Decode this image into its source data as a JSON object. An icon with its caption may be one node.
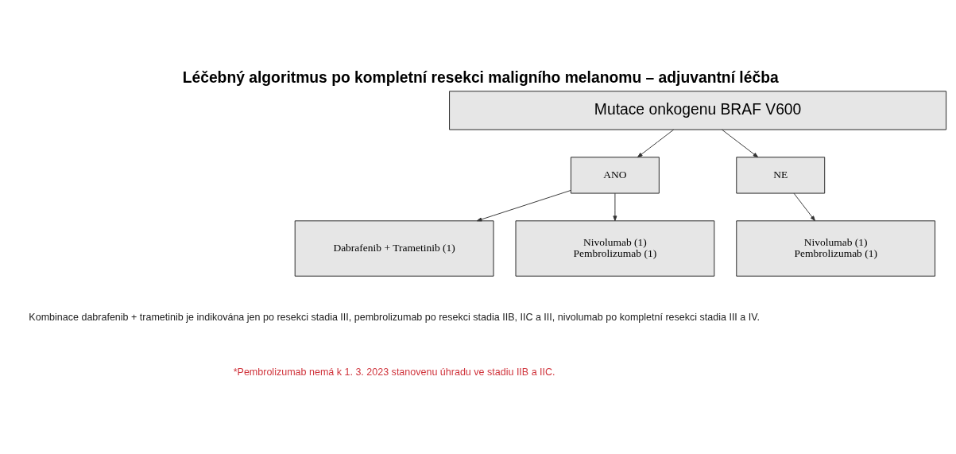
{
  "diagram": {
    "title": "Léčebný algoritmus po kompletní resekci maligního melanomu – adjuvantní léčba",
    "nodes": [
      {
        "text": [
          "Mutace onkogenu BRAF V600"
        ]
      },
      {
        "text": [
          "ANO"
        ]
      },
      {
        "text": [
          "NE"
        ]
      },
      {
        "text": [
          "Dabrafenib + Trametinib (1)"
        ]
      },
      {
        "text": [
          "Nivolumab (1)",
          "Pembrolizumab (1)"
        ]
      },
      {
        "text": [
          "Nivolumab (1)",
          "Pembrolizumab (1)"
        ]
      }
    ],
    "edges": [
      {
        "from": 0,
        "to": 1,
        "arrow": "to"
      },
      {
        "from": 0,
        "to": 2,
        "arrow": "to"
      },
      {
        "from": 1,
        "to": 3,
        "arrow": "to"
      },
      {
        "from": 1,
        "to": 4,
        "arrow": "to"
      },
      {
        "from": 2,
        "to": 5,
        "arrow": "to"
      }
    ],
    "labels": [
      "Kombinace dabrafenib + trametinib je indikována jen po resekci stadia III, pembrolizumab po resekci stadia IIB, IIC a III, nivolumab po kompletní resekci stadia III a IV.",
      "*Pembrolizumab nemá k 1. 3. 2023 stanovenu úhradu ve stadiu IIB a IIC."
    ]
  }
}
